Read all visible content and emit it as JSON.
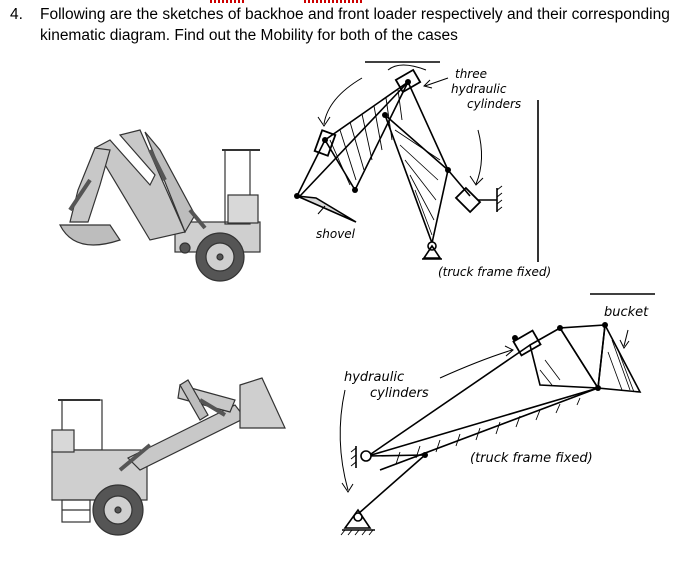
{
  "question": {
    "number": "4.",
    "text": "Following are the sketches of backhoe and front loader respectively and their corresponding kinematic diagram. Find out the Mobility for both of the cases"
  },
  "backhoe_diagram": {
    "label_cylinders_1": "three",
    "label_cylinders_2": "hydraulic",
    "label_cylinders_3": "cylinders",
    "label_shovel": "shovel",
    "label_frame": "(truck frame fixed)"
  },
  "loader_diagram": {
    "label_bucket": "bucket",
    "label_cylinders_1": "hydraulic",
    "label_cylinders_2": "cylinders",
    "label_frame": "(truck frame fixed)"
  }
}
